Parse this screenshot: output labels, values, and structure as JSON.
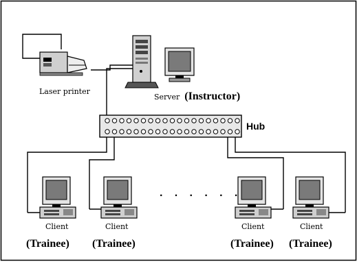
{
  "labels": {
    "laser_printer": "Laser printer",
    "server_small": "Server",
    "server_role": "(Instructor)",
    "hub": "Hub",
    "ellipsis": "· · · · · ·"
  },
  "clients": [
    {
      "label": "Client",
      "role": "(Trainee)"
    },
    {
      "label": "Client",
      "role": "(Trainee)"
    },
    {
      "label": "Client",
      "role": "(Trainee)"
    },
    {
      "label": "Client",
      "role": "(Trainee)"
    }
  ],
  "colors": {
    "line": "#000000",
    "computer_body": "#d0d0d0",
    "screen": "#7a7a7a",
    "hub_fill": "#e8e8e8"
  }
}
